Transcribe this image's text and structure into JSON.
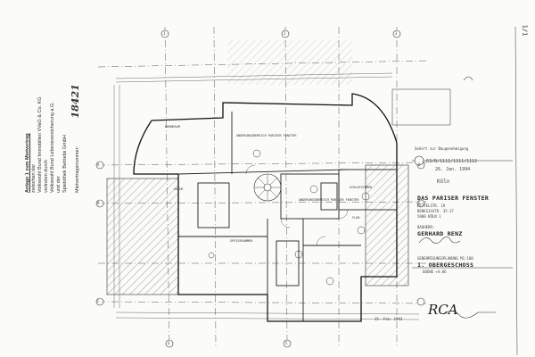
{
  "side_note": {
    "lines": [
      "Anlage 1 zum Mietvertrag",
      "zwischen der",
      "Volkswohl Bund Immobilien VVaG & Co. KG",
      "vertreten durch",
      "Volkswohl Bund Lebensversicherung a.G.",
      "und der",
      "Spielothek Betriebs GmbH"
    ],
    "contract_number_label": "Mietvertragsnummer:",
    "handwritten_number": "18421"
  },
  "title_block": {
    "approval_note": "Gehört zur Baugenehmigung",
    "file_number": "63/B/1111/1111/1112",
    "date": "26. Jan. 1994",
    "city": "Köln",
    "project": "DAS PARISER FENSTER",
    "address_lines": [
      "MITTELSTR. 19",
      "BENESISSTR. 35-37",
      "5000 KÖLN 1"
    ],
    "client_label": "BAUHERR:",
    "client_name": "GERHARD RENZ",
    "plan_type": "GENEHMIGUNGSPLANUNG  M1:100",
    "floor": "1. OBERGESCHOSS",
    "level": "EBENE +4.86",
    "architect_logo": "RCA",
    "stamp_date": "15. Feb. 1993"
  },
  "room_labels": [
    "ANDERUNGSBEREICH PARISER FENSTER",
    "ANDERUNGSBEREICH PARISER FENSTER",
    "SCHLAFZIMMER",
    "KÜCHE",
    "FLUR",
    "SPEISEKAMMER",
    "WOHNRAUM"
  ],
  "grid_axes": [
    "A",
    "B",
    "C",
    "D",
    "E",
    "1",
    "2",
    "3",
    "4",
    "5"
  ],
  "page_mark": "1/1"
}
